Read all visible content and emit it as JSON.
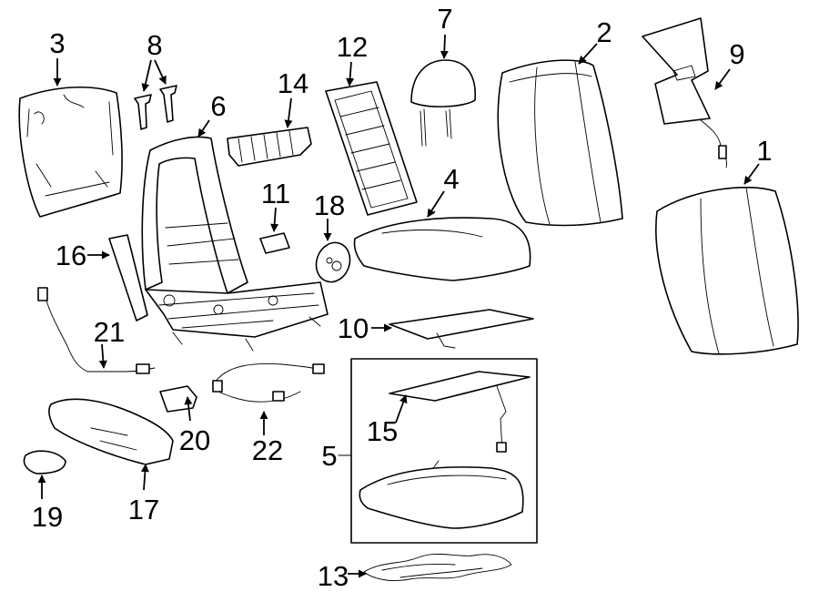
{
  "diagram": {
    "callouts": [
      {
        "number": "1"
      },
      {
        "number": "2"
      },
      {
        "number": "3"
      },
      {
        "number": "4"
      },
      {
        "number": "5"
      },
      {
        "number": "6"
      },
      {
        "number": "7"
      },
      {
        "number": "8"
      },
      {
        "number": "9"
      },
      {
        "number": "10"
      },
      {
        "number": "11"
      },
      {
        "number": "12"
      },
      {
        "number": "13"
      },
      {
        "number": "14"
      },
      {
        "number": "15"
      },
      {
        "number": "16"
      },
      {
        "number": "17"
      },
      {
        "number": "18"
      },
      {
        "number": "19"
      },
      {
        "number": "20"
      },
      {
        "number": "21"
      },
      {
        "number": "22"
      }
    ]
  },
  "colors": {
    "line": "#000000",
    "background": "#ffffff"
  }
}
